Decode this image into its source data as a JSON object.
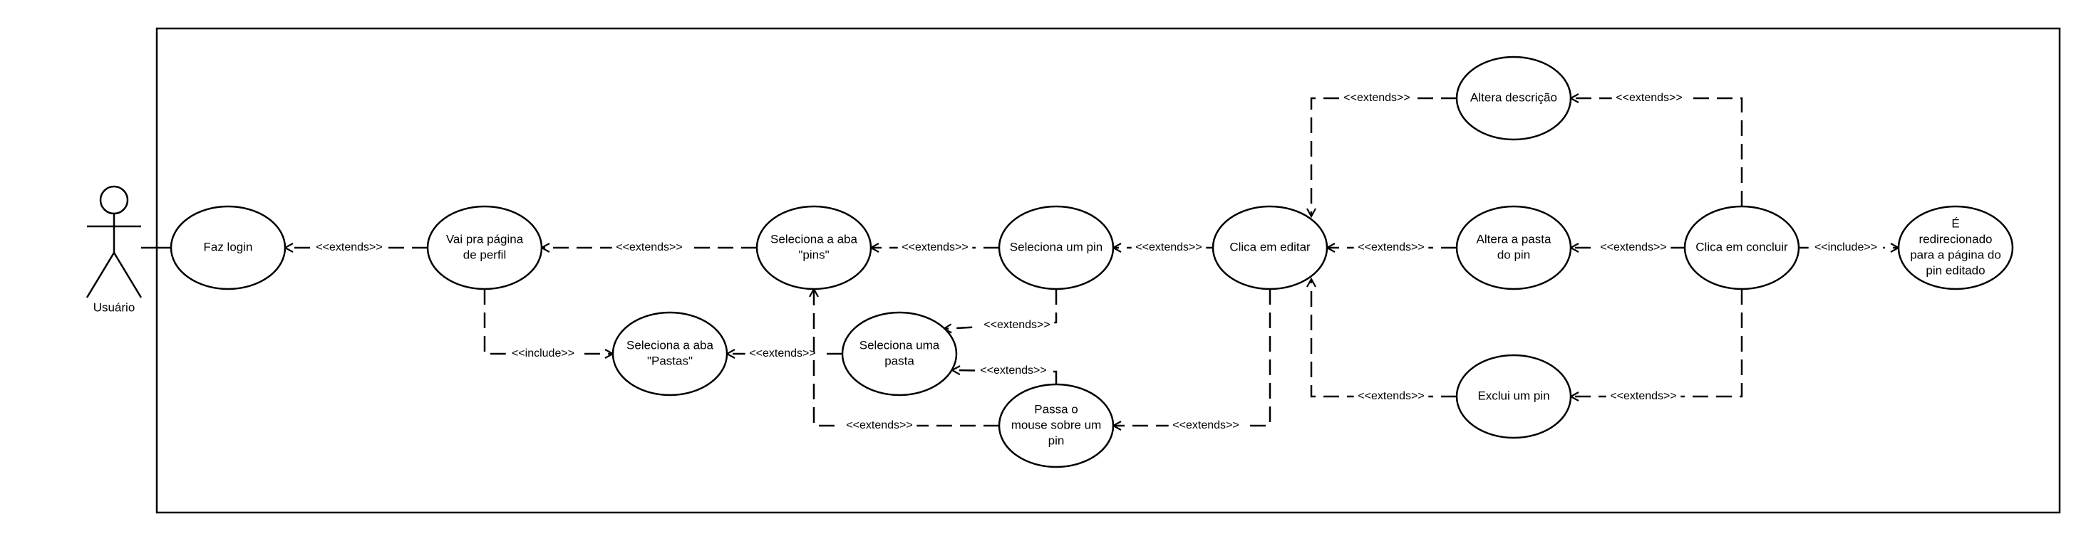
{
  "diagram": {
    "actor": {
      "label": "Usuário"
    },
    "use_cases": [
      {
        "id": "login",
        "lines": [
          "Faz login"
        ]
      },
      {
        "id": "perfil",
        "lines": [
          "Vai pra página",
          "de perfil"
        ]
      },
      {
        "id": "pastas",
        "lines": [
          "Seleciona a aba",
          "\"Pastas\""
        ]
      },
      {
        "id": "pins",
        "lines": [
          "Seleciona a aba",
          "\"pins\""
        ]
      },
      {
        "id": "pasta",
        "lines": [
          "Seleciona uma",
          "pasta"
        ]
      },
      {
        "id": "pin",
        "lines": [
          "Seleciona um pin"
        ]
      },
      {
        "id": "mouse",
        "lines": [
          "Passa o",
          "mouse sobre um",
          "pin"
        ]
      },
      {
        "id": "editar",
        "lines": [
          "Clica em editar"
        ]
      },
      {
        "id": "descricao",
        "lines": [
          "Altera descrição"
        ]
      },
      {
        "id": "altpasta",
        "lines": [
          "Altera a pasta",
          "do pin"
        ]
      },
      {
        "id": "exclui",
        "lines": [
          "Exclui um pin"
        ]
      },
      {
        "id": "concluir",
        "lines": [
          "Clica em concluir"
        ]
      },
      {
        "id": "redir",
        "lines": [
          "É",
          "redirecionado",
          "para a página do",
          "pin editado"
        ]
      }
    ],
    "relations": [
      {
        "id": "perfil-login",
        "label": "<<extends>>"
      },
      {
        "id": "perfil-pastas",
        "label": "<<include>>"
      },
      {
        "id": "pins-perfil",
        "label": "<<extends>>"
      },
      {
        "id": "pasta-pastas",
        "label": "<<extends>>"
      },
      {
        "id": "pin-pins",
        "label": "<<extends>>"
      },
      {
        "id": "pin-pasta",
        "label": "<<extends>>"
      },
      {
        "id": "mouse-pasta",
        "label": "<<extends>>"
      },
      {
        "id": "mouse-pins",
        "label": "<<extends>>"
      },
      {
        "id": "editar-pin",
        "label": "<<extends>>"
      },
      {
        "id": "editar-mouse",
        "label": "<<extends>>"
      },
      {
        "id": "descricao-editar",
        "label": "<<extends>>"
      },
      {
        "id": "altpasta-editar",
        "label": "<<extends>>"
      },
      {
        "id": "exclui-editar",
        "label": "<<extends>>"
      },
      {
        "id": "concluir-descricao",
        "label": "<<extends>>"
      },
      {
        "id": "concluir-altpasta",
        "label": "<<extends>>"
      },
      {
        "id": "concluir-exclui",
        "label": "<<extends>>"
      },
      {
        "id": "concluir-redir",
        "label": "<<include>>"
      }
    ]
  }
}
